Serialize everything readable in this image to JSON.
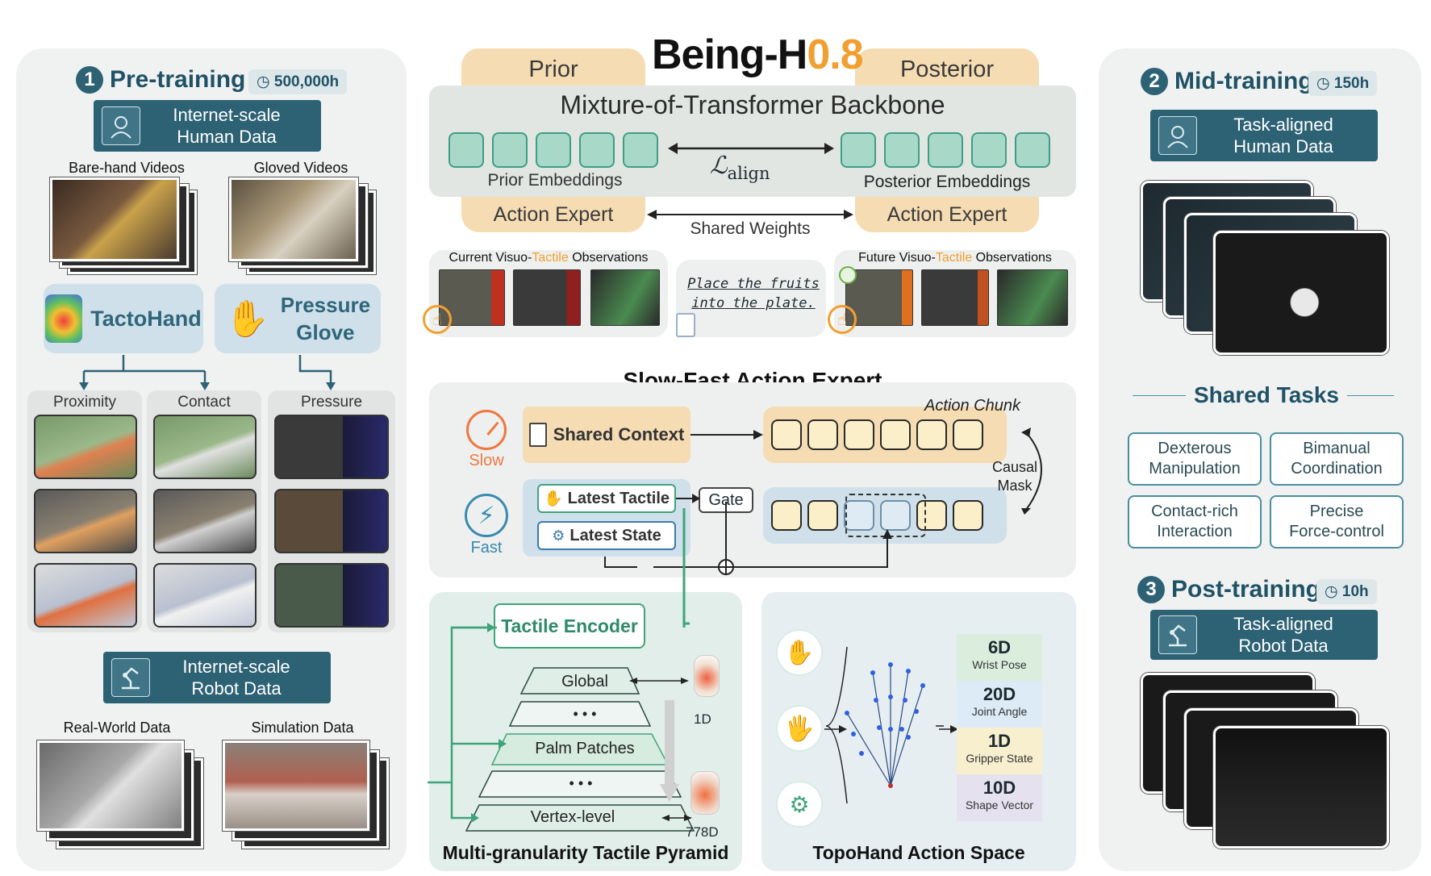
{
  "title": {
    "main": "Being-H",
    "accent": "0.8"
  },
  "colors": {
    "teal_dark": "#2d6275",
    "green": "#3fa47a",
    "orange": "#f0a030",
    "tan": "#f5dcb3"
  },
  "pretraining": {
    "number": "1",
    "title": "Pre-training",
    "hours": "500,000h",
    "human_data_label": "Internet-scale\nHuman Data",
    "bare_hand_label": "Bare-hand Videos",
    "gloved_label": "Gloved Videos",
    "tactohand_label": "TactoHand",
    "pressure_glove_label": "Pressure\nGlove",
    "sensor_cols": [
      "Proximity",
      "Contact",
      "Pressure"
    ],
    "robot_data_label": "Internet-scale\nRobot Data",
    "real_world_label": "Real-World Data",
    "simulation_label": "Simulation Data"
  },
  "backbone": {
    "prior": "Prior",
    "posterior": "Posterior",
    "title": "Mixture-of-Transformer Backbone",
    "prior_embeddings": "Prior Embeddings",
    "posterior_embeddings": "Posterior Embeddings",
    "loss_main": "ℒ",
    "loss_sub": "align",
    "action_expert": "Action Expert",
    "shared_weights": "Shared Weights"
  },
  "observations": {
    "current": {
      "pre": "Current Visuo-",
      "hl": "Tactile",
      "post": " Observations"
    },
    "future": {
      "pre": "Future Visuo-",
      "hl": "Tactile",
      "post": " Observations"
    },
    "instruction": "Place the fruits\ninto the plate."
  },
  "slowfast": {
    "title": "Slow-Fast Action Expert",
    "slow": "Slow",
    "fast": "Fast",
    "shared_context": "Shared Context",
    "action_chunk": "Action Chunk",
    "causal_mask": "Causal\nMask",
    "latest_tactile": "Latest Tactile",
    "latest_state": "Latest State",
    "gate": "Gate",
    "plus": "⊕"
  },
  "pyramid": {
    "encoder": "Tactile Encoder",
    "levels": [
      "Global",
      "• • •",
      "Palm Patches",
      "• • •",
      "Vertex-level"
    ],
    "dim_top": "1D",
    "dim_bottom": "778D",
    "caption": "Multi-granularity Tactile Pyramid"
  },
  "topohand": {
    "caption": "TopoHand Action Space",
    "dims": [
      {
        "value": "6D",
        "label": "Wrist Pose",
        "color": "#dbeedd"
      },
      {
        "value": "20D",
        "label": "Joint Angle",
        "color": "#dcebf5"
      },
      {
        "value": "1D",
        "label": "Gripper State",
        "color": "#f8efcf"
      },
      {
        "value": "10D",
        "label": "Shape Vector",
        "color": "#e6e1ef"
      }
    ]
  },
  "midtraining": {
    "number": "2",
    "title": "Mid-training",
    "hours": "150h",
    "data_label": "Task-aligned\nHuman Data"
  },
  "shared_tasks": {
    "title": "Shared Tasks",
    "items": [
      "Dexterous\nManipulation",
      "Bimanual\nCoordination",
      "Contact-rich\nInteraction",
      "Precise\nForce-control"
    ]
  },
  "posttraining": {
    "number": "3",
    "title": "Post-training",
    "hours": "10h",
    "data_label": "Task-aligned\nRobot Data"
  }
}
